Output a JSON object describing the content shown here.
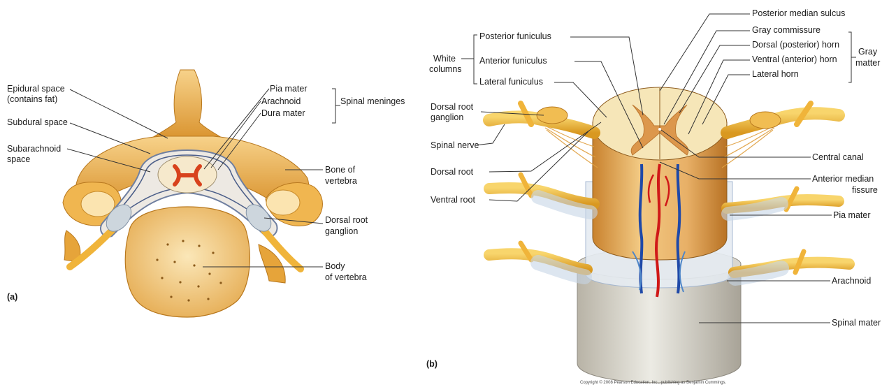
{
  "panel_a": {
    "letter": "(a)",
    "labels": {
      "epidural": "Epidural space",
      "epidural2": "(contains fat)",
      "subdural": "Subdural space",
      "subarachnoid": "Subarachnoid",
      "subarachnoid2": "space",
      "pia": "Pia mater",
      "arachnoid": "Arachnoid",
      "dura": "Dura mater",
      "meninges": "Spinal meninges",
      "bone": "Bone of",
      "bone2": "vertebra",
      "drg": "Dorsal root",
      "drg2": "ganglion",
      "body": "Body",
      "body2": "of vertebra"
    }
  },
  "panel_b": {
    "letter": "(b)",
    "labels": {
      "post_median_sulcus": "Posterior median sulcus",
      "gray_commissure": "Gray commissure",
      "dorsal_horn": "Dorsal (posterior) horn",
      "ventral_horn": "Ventral (anterior) horn",
      "lateral_horn": "Lateral horn",
      "gray": "Gray",
      "matter": "matter",
      "post_funiculus": "Posterior funiculus",
      "ant_funiculus": "Anterior funiculus",
      "lat_funiculus": "Lateral funiculus",
      "white": "White",
      "columns": "columns",
      "drg": "Dorsal root",
      "drg2": "ganglion",
      "spinal_nerve": "Spinal nerve",
      "dorsal_root": "Dorsal root",
      "ventral_root": "Ventral root",
      "central_canal": "Central canal",
      "ant_median": "Anterior median",
      "fissure": "fissure",
      "pia": "Pia mater",
      "arachnoid": "Arachnoid",
      "spinal_mater": "Spinal mater"
    },
    "copyright": "Copyright © 2008 Pearson Education, Inc., publishing as Benjamin Cummings."
  },
  "colors": {
    "bone": "#e9a83a",
    "bone_light": "#f6cf7a",
    "cord": "#f6e6b8",
    "gray_matter": "#d07a2a",
    "meninge": "#9fb3cf",
    "nerve": "#f0b43a",
    "artery": "#d01818",
    "vein": "#1f49a8"
  }
}
